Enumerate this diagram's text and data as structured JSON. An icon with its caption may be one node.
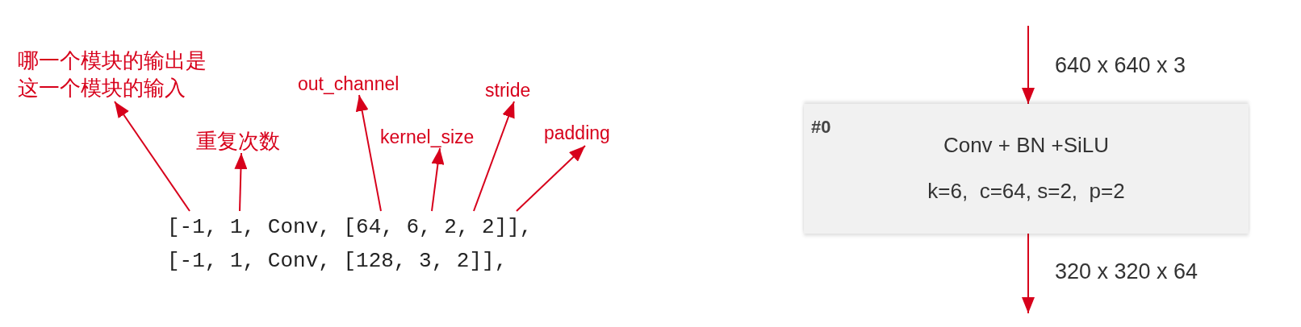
{
  "diagram": {
    "nodes": [
      {
        "text": [
          "哪一个模块的输出是这一个模块的输入"
        ]
      },
      {
        "text": [
          "重复次数"
        ]
      },
      {
        "text": [
          "out_channel"
        ]
      },
      {
        "text": [
          "kernel_size"
        ]
      },
      {
        "text": [
          "stride"
        ]
      },
      {
        "text": [
          "padding"
        ]
      },
      {
        "text": [
          "[-1, 1, Conv, [64, 6, 2, 2]],"
        ]
      },
      {
        "text": [
          "#0",
          "Conv + BN +SiLU",
          "k=6,  c=64, s=2,  p=2"
        ]
      }
    ],
    "edges": [
      {
        "from": 6,
        "to": 0,
        "arrow": "to"
      },
      {
        "from": 6,
        "to": 1,
        "arrow": "to"
      },
      {
        "from": 6,
        "to": 2,
        "arrow": "to"
      },
      {
        "from": 6,
        "to": 3,
        "arrow": "to"
      },
      {
        "from": 6,
        "to": 4,
        "arrow": "to"
      },
      {
        "from": 6,
        "to": 5,
        "arrow": "to"
      },
      {
        "from": null,
        "to": 7,
        "arrow": "to",
        "label": "640 x 640 x 3"
      },
      {
        "from": 7,
        "to": null,
        "arrow": "to",
        "label": "320 x 320 x 64"
      }
    ],
    "labels": [
      "[-1, 1, Conv, [128, 3, 2]],"
    ]
  }
}
